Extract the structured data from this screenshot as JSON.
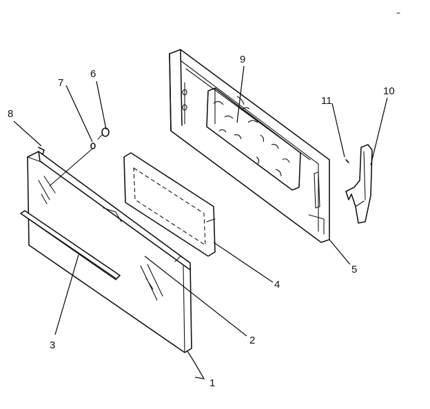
{
  "callouts": [
    {
      "key": "c1",
      "text": "1"
    },
    {
      "key": "c2",
      "text": "2"
    },
    {
      "key": "c3",
      "text": "3"
    },
    {
      "key": "c4",
      "text": "4"
    },
    {
      "key": "c5",
      "text": "5"
    },
    {
      "key": "c6",
      "text": "6"
    },
    {
      "key": "c7",
      "text": "7"
    },
    {
      "key": "c8",
      "text": "8"
    },
    {
      "key": "c9",
      "text": "9"
    },
    {
      "key": "c10",
      "text": "10"
    },
    {
      "key": "c11",
      "text": "11"
    }
  ],
  "labels": {
    "c1": "1",
    "c2": "2",
    "c3": "3",
    "c4": "4",
    "c5": "5",
    "c6": "6",
    "c7": "7",
    "c8": "8",
    "c9": "9",
    "c10": "10",
    "c11": "11"
  }
}
